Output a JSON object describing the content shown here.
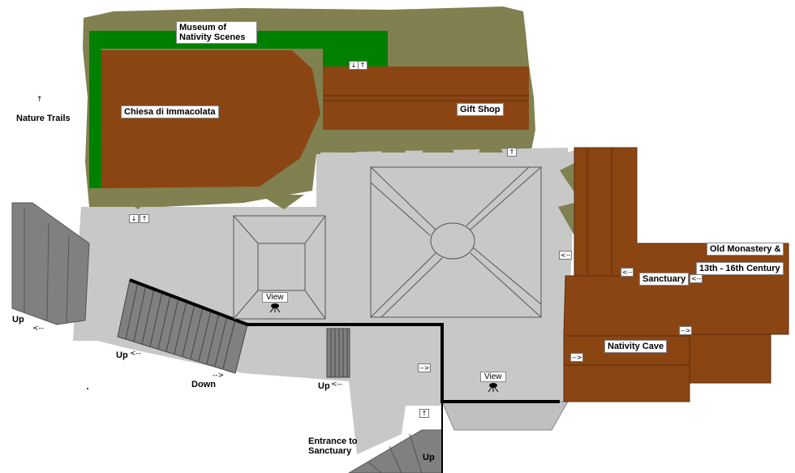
{
  "labels": {
    "museum": "Museum of Nativity Scenes",
    "chiesa": "Chiesa di Immacolata",
    "gift_shop": "Gift Shop",
    "nature_trails": "Nature Trails",
    "old_monastery": "Old Monastery &",
    "century": "13th - 16th Century",
    "sanctuary": "Sanctuary",
    "nativity_cave": "Nativity Cave",
    "entrance": "Entrance to Sanctuary",
    "view": "View",
    "up": "Up",
    "down": "Down"
  },
  "arrows": {
    "left": "<--",
    "right": "-->",
    "up": "↑",
    "down": "↓"
  },
  "colors": {
    "brown_building": "#8b4513",
    "green_museum": "#008000",
    "olive_ground": "#808050",
    "paving": "#c0c0c0",
    "stairs": "#808080",
    "wall": "#000000"
  }
}
